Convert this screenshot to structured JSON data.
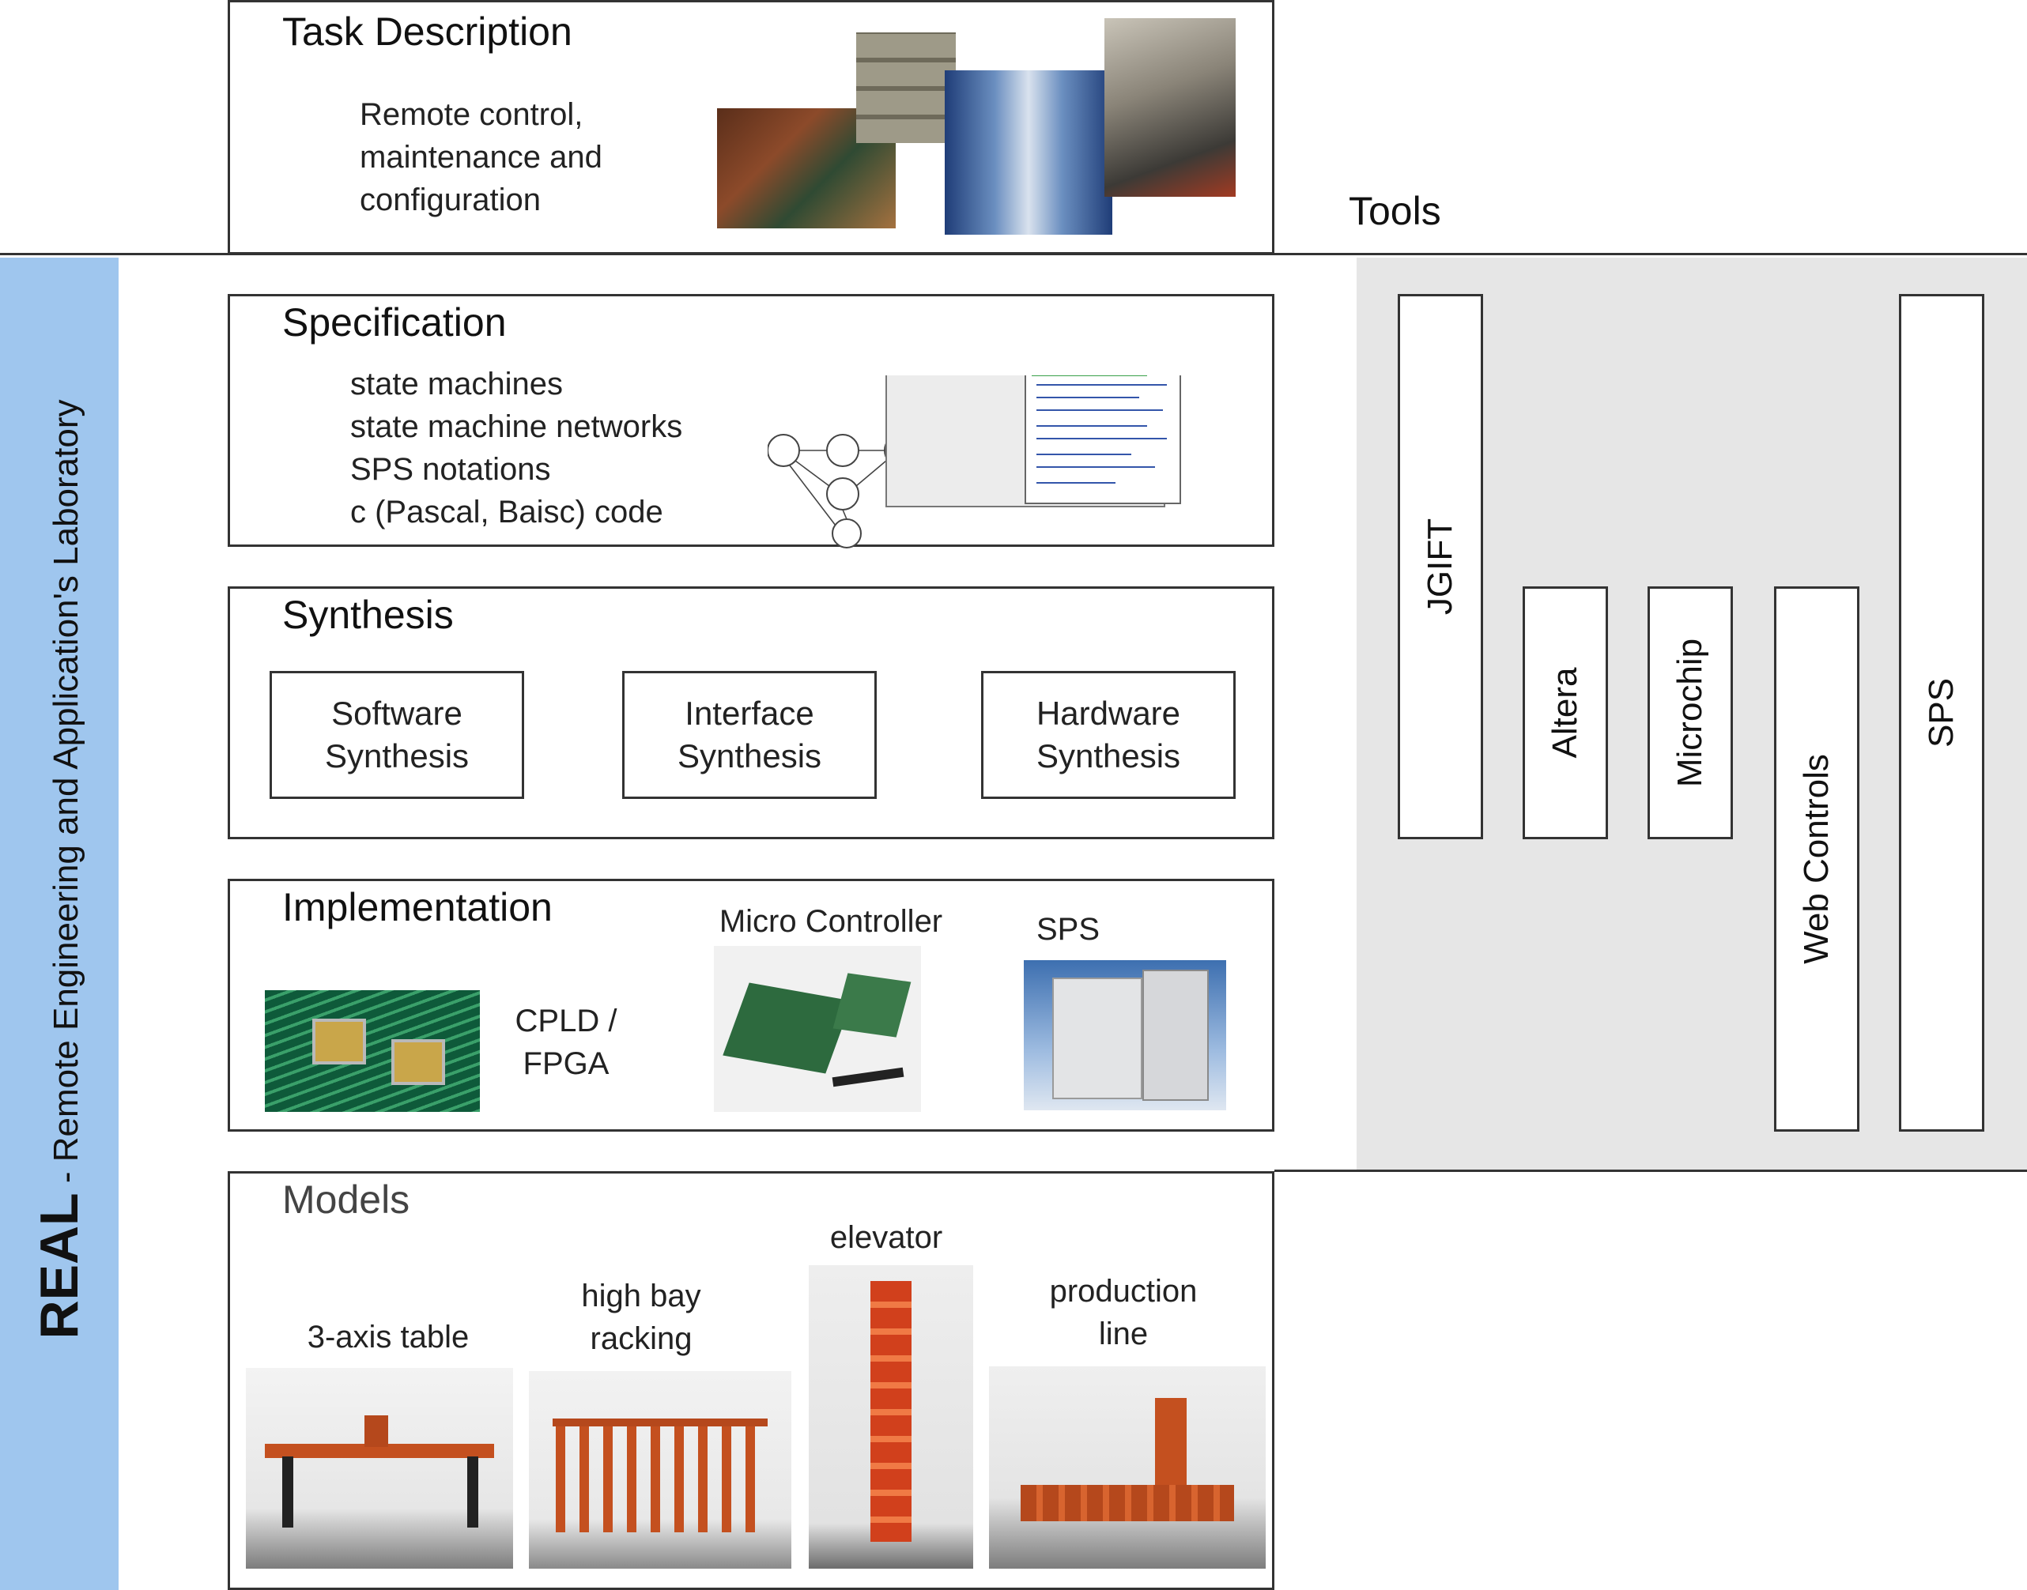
{
  "sidebar": {
    "brand": "REAL",
    "subtitle": " - Remote Engineering and Application's Laboratory",
    "color": "#9fc6ee"
  },
  "tools": {
    "title": "Tools",
    "panel_color": "#e6e6e6",
    "items": [
      "JGIFT",
      "Altera",
      "Microchip",
      "Web Controls",
      "SPS"
    ]
  },
  "task": {
    "title": "Task Description",
    "lines": [
      "Remote control,",
      "maintenance and",
      "configuration"
    ]
  },
  "specification": {
    "title": "Specification",
    "lines": [
      "state machines",
      "state machine networks",
      "SPS notations",
      "c (Pascal, Baisc) code"
    ]
  },
  "synthesis": {
    "title": "Synthesis",
    "items": [
      {
        "line1": "Software",
        "line2": "Synthesis"
      },
      {
        "line1": "Interface",
        "line2": "Synthesis"
      },
      {
        "line1": "Hardware",
        "line2": "Synthesis"
      }
    ]
  },
  "implementation": {
    "title": "Implementation",
    "cpld_line1": "CPLD /",
    "cpld_line2": "FPGA",
    "micro_label": "Micro Controller",
    "sps_label": "SPS"
  },
  "models": {
    "title": "Models",
    "items": [
      {
        "line1": "3-axis table",
        "line2": ""
      },
      {
        "line1": "high bay",
        "line2": "racking"
      },
      {
        "line1": "elevator",
        "line2": ""
      },
      {
        "line1": "production",
        "line2": "line"
      }
    ]
  }
}
